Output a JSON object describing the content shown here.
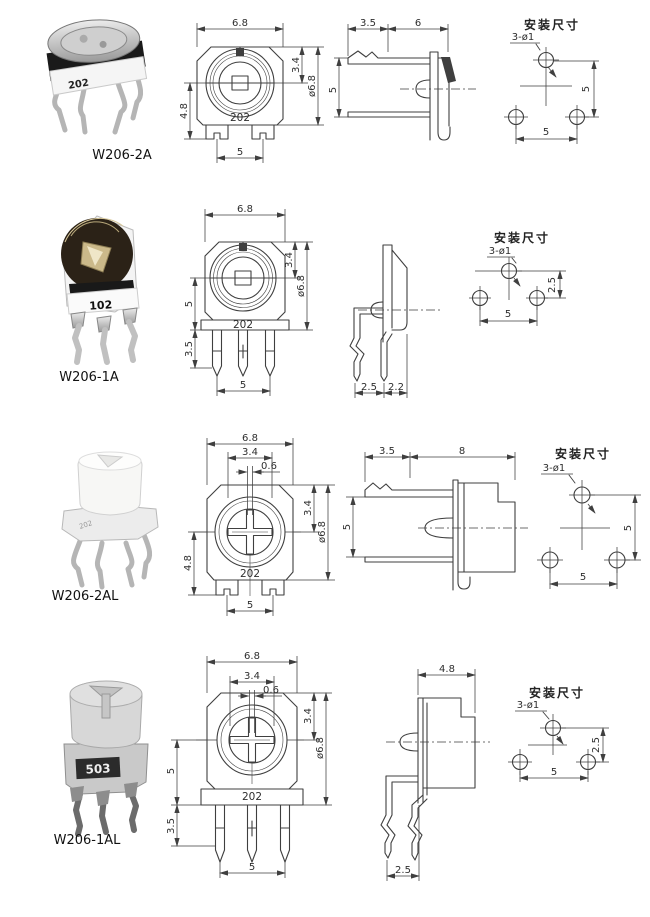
{
  "page": {
    "background": "#ffffff",
    "line_color": "#3f3f3f"
  },
  "rows": [
    {
      "model": "W206-2A",
      "photo": {
        "marking": "202"
      },
      "front": {
        "dim_width": "6.8",
        "dim_rotor": "3.4",
        "dim_dia": "ø6.8",
        "dim_left": "4.8",
        "marking": "202",
        "dim_pitch": "5"
      },
      "side": {
        "dim_a": "3.5",
        "dim_b": "6",
        "dim_left": "5"
      },
      "mount": {
        "title": "安装尺寸",
        "holes": "3-ø1",
        "dim_v": "5",
        "dim_h": "5"
      }
    },
    {
      "model": "W206-1A",
      "photo": {
        "marking": "102"
      },
      "front": {
        "dim_width": "6.8",
        "dim_rotor": "3.4",
        "dim_dia": "ø6.8",
        "dim_body": "5",
        "dim_legs": "3.5",
        "marking": "202",
        "dim_pitch": "5"
      },
      "side": {
        "dim_a": "2.5",
        "dim_b": "2.2"
      },
      "mount": {
        "title": "安装尺寸",
        "holes": "3-ø1",
        "dim_v": "2.5",
        "dim_h": "5"
      }
    },
    {
      "model": "W206-2AL",
      "photo": {
        "marking": "202"
      },
      "front": {
        "dim_width": "6.8",
        "dim_cross": "3.4",
        "dim_slot": "0.6",
        "dim_rotor": "3.4",
        "dim_dia": "ø6.8",
        "dim_left": "4.8",
        "marking": "202",
        "dim_pitch": "5"
      },
      "side": {
        "dim_a": "3.5",
        "dim_b": "8",
        "dim_left": "5"
      },
      "mount": {
        "title": "安装尺寸",
        "holes": "3-ø1",
        "dim_v": "5",
        "dim_h": "5"
      }
    },
    {
      "model": "W206-1AL",
      "photo": {
        "marking": "503"
      },
      "front": {
        "dim_width": "6.8",
        "dim_cross": "3.4",
        "dim_slot": "0.6",
        "dim_rotor": "3.4",
        "dim_dia": "ø6.8",
        "dim_body": "5",
        "dim_legs": "3.5",
        "marking": "202",
        "dim_pitch": "5"
      },
      "side": {
        "dim_top": "4.8",
        "dim_bottom": "2.5"
      },
      "mount": {
        "title": "安装尺寸",
        "holes": "3-ø1",
        "dim_v": "2.5",
        "dim_h": "5"
      }
    }
  ]
}
